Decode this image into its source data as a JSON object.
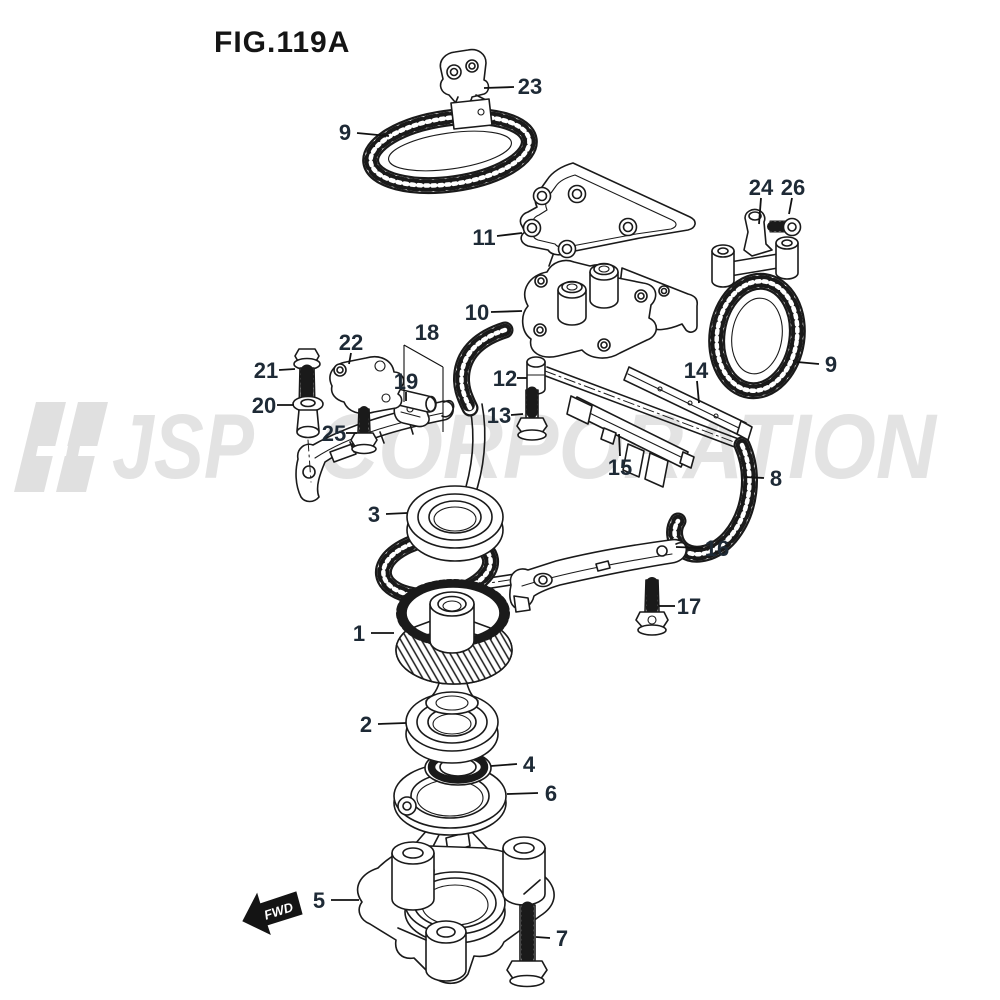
{
  "figure": {
    "title": "FIG.119A"
  },
  "watermark": {
    "logo": "jsp-logo-slashes",
    "text_left": "JSP",
    "text_right": "CORPORATION",
    "color": "#e3e3e3"
  },
  "direction_indicator": {
    "label": "FWD"
  },
  "colors": {
    "line": "#1a1a1a",
    "callout_text": "#1e2a36",
    "watermark": "#e3e3e3",
    "background": "#ffffff"
  },
  "callouts": [
    {
      "label": "23",
      "part": "tensioner-adjuster"
    },
    {
      "label": "9",
      "part": "drive-chain-left"
    },
    {
      "label": "11",
      "part": "gasket"
    },
    {
      "label": "24",
      "part": "mounting-bracket"
    },
    {
      "label": "26",
      "part": "bolt"
    },
    {
      "label": "10",
      "part": "oil-pump-assembly"
    },
    {
      "label": "9",
      "part": "drive-chain-right"
    },
    {
      "label": "22",
      "part": "chain-tensioner"
    },
    {
      "label": "18",
      "part": "chain-guide-curved"
    },
    {
      "label": "21",
      "part": "bolt"
    },
    {
      "label": "19",
      "part": "spacer"
    },
    {
      "label": "20",
      "part": "collar"
    },
    {
      "label": "12",
      "part": "pin"
    },
    {
      "label": "13",
      "part": "bolt"
    },
    {
      "label": "25",
      "part": "bolt"
    },
    {
      "label": "15",
      "part": "chain-guide-rail"
    },
    {
      "label": "14",
      "part": "chain-guide-straight"
    },
    {
      "label": "8",
      "part": "timing-chain"
    },
    {
      "label": "3",
      "part": "bearing-upper"
    },
    {
      "label": "16",
      "part": "chain-guide-lower"
    },
    {
      "label": "17",
      "part": "bolt"
    },
    {
      "label": "1",
      "part": "drive-gear"
    },
    {
      "label": "2",
      "part": "bearing-lower"
    },
    {
      "label": "4",
      "part": "bearing-small"
    },
    {
      "label": "6",
      "part": "retainer-plate"
    },
    {
      "label": "5",
      "part": "mount-bracket"
    },
    {
      "label": "7",
      "part": "bolt-long"
    }
  ]
}
